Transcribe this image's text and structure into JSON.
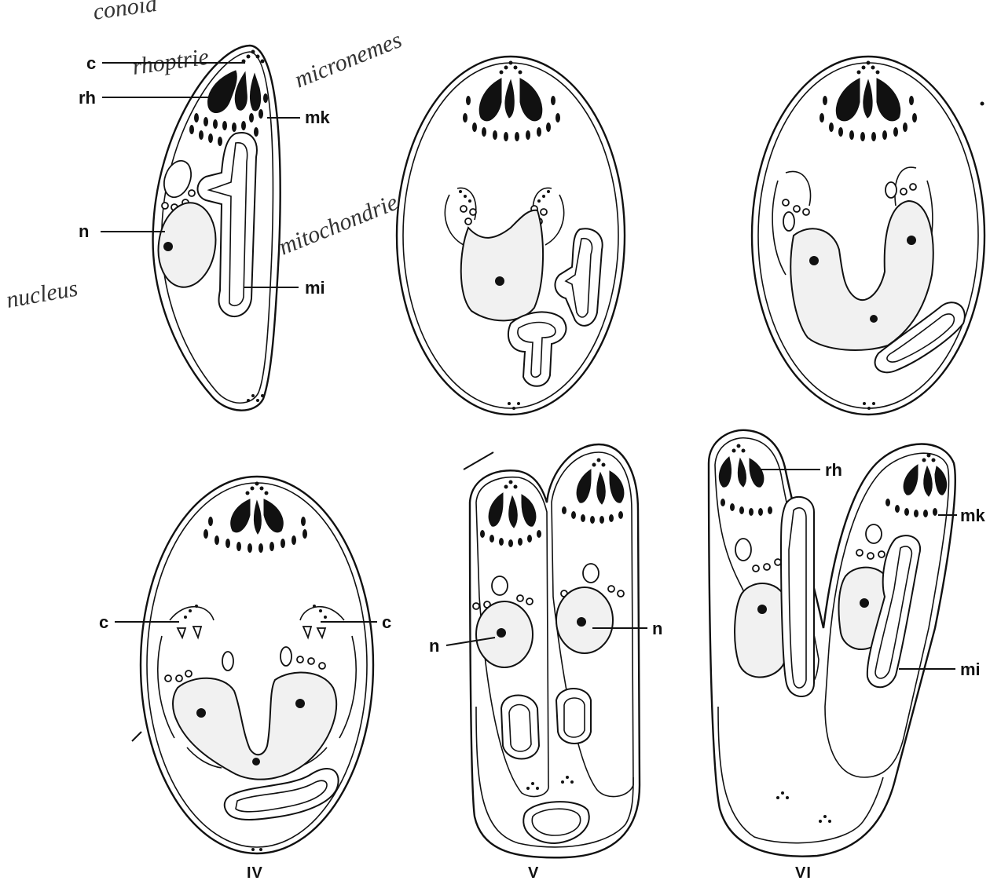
{
  "figure": {
    "labels": {
      "c_top": "c",
      "rh_top": "rh",
      "mk_top": "mk",
      "n_top": "n",
      "mi_top": "mi",
      "c_left_iv": "c",
      "c_right_iv": "c",
      "n_left_v": "n",
      "n_right_v": "n",
      "rh_vi": "rh",
      "mk_vi": "mk",
      "mi_vi": "mi"
    },
    "stage_numerals": {
      "iv": "IV",
      "v": "V",
      "vi": "VI"
    },
    "handwritten": {
      "conoid": "conoid",
      "rhoptrie": "rhoptrie",
      "micronemes": "micronemes",
      "mitochondrie": "mitochondrie",
      "nucleus": "nucleus"
    }
  }
}
